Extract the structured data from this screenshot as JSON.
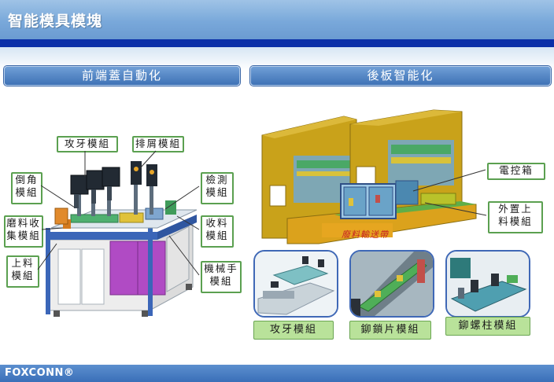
{
  "slide": {
    "title": "智能模具模塊"
  },
  "left_section": {
    "header": "前端蓋自動化",
    "callouts": {
      "tap": "攻牙模組",
      "chip": "排屑模組",
      "chamfer": "倒角\n模組",
      "inspect": "檢測\n模組",
      "collect": "磨料收\n集模組",
      "receive": "收料\n模組",
      "load": "上料\n模組",
      "robot": "機械手\n模組"
    }
  },
  "right_section": {
    "header": "後板智能化",
    "callouts": {
      "control_box": "電控箱",
      "ext_feed": "外置上\n料模組"
    },
    "belt_label": "廢料輸送帶",
    "photo_labels": {
      "tap": "攻牙模組",
      "rivet_piece": "鉚鎖片模組",
      "rivet_stud": "鉚螺柱模組"
    }
  },
  "footer": {
    "logo": "FOXCONN®"
  },
  "colors": {
    "title_bar": "#79a8da",
    "band": "#0b2fa8",
    "section_header": "#3f72b6",
    "callout_border": "#5ba050",
    "callout_fill_green": "#b9e29a",
    "machine_olive": "#c9a21a"
  }
}
